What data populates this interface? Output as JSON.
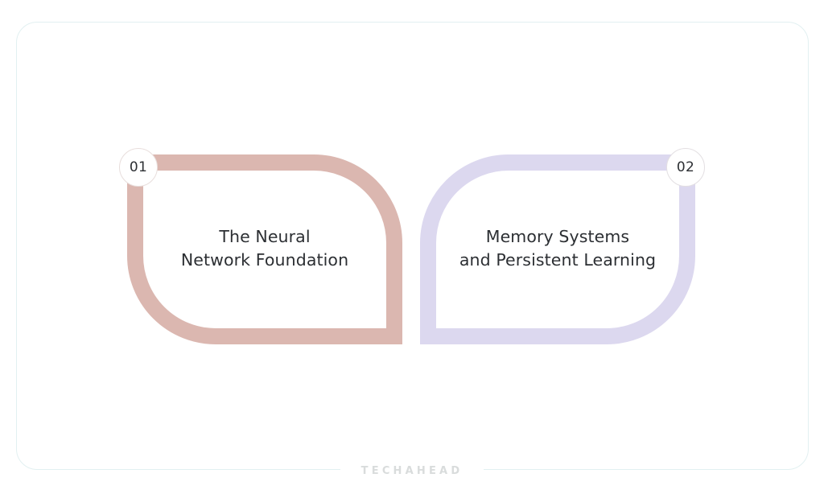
{
  "slide": {
    "background_color": "#ffffff",
    "card_border_color": "#e2f0f1"
  },
  "steps": [
    {
      "badge": "01",
      "title": "The Neural\nNetwork Foundation",
      "accent_color": "#dbb7b0",
      "badge_border_color": "#e8dedc",
      "orientation": "left"
    },
    {
      "badge": "02",
      "title": "Memory Systems\nand Persistent Learning",
      "accent_color": "#dcd8ef",
      "badge_border_color": "#e3dfe2",
      "orientation": "right"
    }
  ],
  "footer": {
    "watermark": "TECHAHEAD",
    "watermark_color": "#d9dcdc",
    "rule_color": "#e2f0f1"
  },
  "text_color": "#2c2f33"
}
